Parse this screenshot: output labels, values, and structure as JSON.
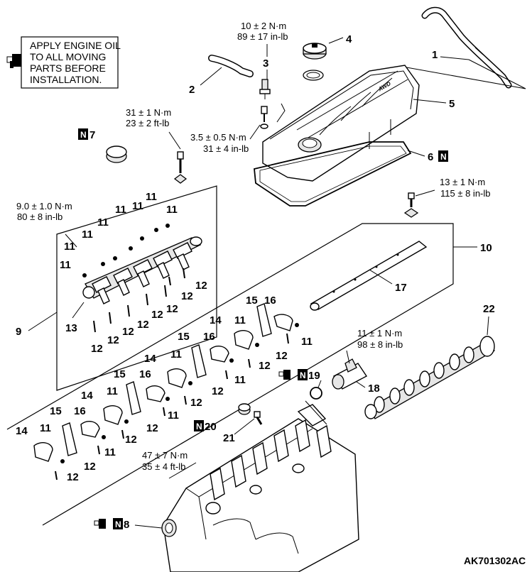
{
  "note": {
    "line1": "APPLY ENGINE OIL",
    "line2": "TO ALL MOVING",
    "line3": "PARTS BEFORE",
    "line4": "INSTALLATION."
  },
  "torques": {
    "t1": {
      "nm": "10 ± 2 N·m",
      "imp": "89 ± 17 in-lb"
    },
    "t2": {
      "nm": "31 ± 1 N·m",
      "imp": "23 ± 2 ft-lb"
    },
    "t3": {
      "nm": "3.5 ± 0.5 N·m",
      "imp": "31 ± 4 in-lb"
    },
    "t4": {
      "nm": "13 ± 1 N·m",
      "imp": "115 ± 8 in-lb"
    },
    "t5": {
      "nm": "9.0 ± 1.0 N·m",
      "imp": "80 ± 8 in-lb"
    },
    "t6": {
      "nm": "11 ± 1 N·m",
      "imp": "98 ± 8 in-lb"
    },
    "t7": {
      "nm": "47 ± 7 N·m",
      "imp": "35 ± 4 ft-lb"
    }
  },
  "callouts": {
    "c1": "1",
    "c2": "2",
    "c3": "3",
    "c4": "4",
    "c5": "5",
    "c6": "6",
    "c7": "7",
    "c8": "8",
    "c9": "9",
    "c10": "10",
    "c11": "11",
    "c12": "12",
    "c13": "13",
    "c14": "14",
    "c15": "15",
    "c16": "16",
    "c17": "17",
    "c18": "18",
    "c19": "19",
    "c20": "20",
    "c21": "21",
    "c22": "22"
  },
  "new_part_mark": "N",
  "figure_code": "AK701302AC",
  "icons": [
    "oil-can-icon",
    "new-part-badge-icon"
  ]
}
